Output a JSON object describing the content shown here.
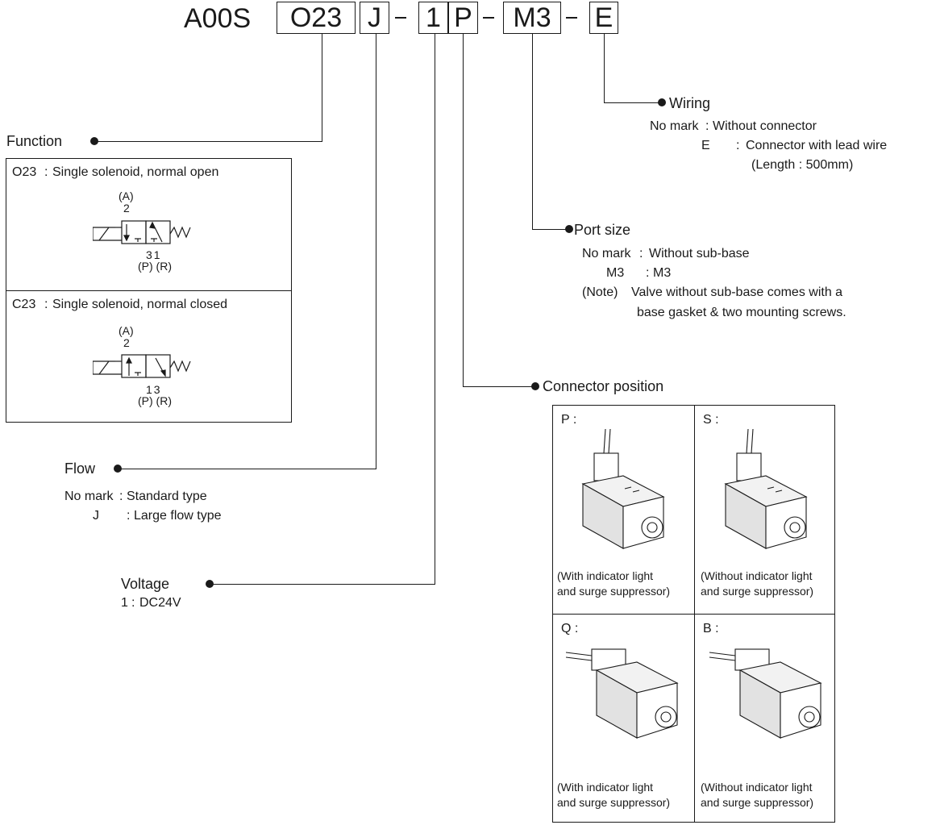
{
  "code": {
    "series": "A00S",
    "segments": [
      "O23",
      "J",
      "1",
      "P",
      "M3",
      "E"
    ]
  },
  "function": {
    "title": "Function",
    "options": [
      {
        "code": "O23",
        "desc": "Single solenoid, normal open",
        "port_a": "(A)",
        "port_a_num": "2",
        "bottom_nums": "31",
        "bottom_ports": "(P) (R)"
      },
      {
        "code": "C23",
        "desc": "Single solenoid, normal closed",
        "port_a": "(A)",
        "port_a_num": "2",
        "bottom_nums": "13",
        "bottom_ports": "(P) (R)"
      }
    ]
  },
  "flow": {
    "title": "Flow",
    "rows": [
      {
        "key": "No mark",
        "val": "Standard type"
      },
      {
        "key": "J",
        "val": "Large flow type"
      }
    ]
  },
  "voltage": {
    "title": "Voltage",
    "rows": [
      {
        "key": "1",
        "val": "DC24V"
      }
    ]
  },
  "wiring": {
    "title": "Wiring",
    "rows": [
      {
        "key": "No mark",
        "val": "Without connector"
      },
      {
        "key": "E",
        "val": "Connector with lead wire"
      }
    ],
    "note": "(Length : 500mm)"
  },
  "port_size": {
    "title": "Port size",
    "rows": [
      {
        "key": "No mark",
        "val": "Without sub-base"
      },
      {
        "key": "M3",
        "val": "M3"
      }
    ],
    "note_label": "(Note)",
    "note_line1": "Valve without sub-base comes with a",
    "note_line2": "base gasket & two mounting screws."
  },
  "connector_position": {
    "title": "Connector position",
    "cells": [
      {
        "code": "P :",
        "caption_1": "(With indicator light",
        "caption_2": "and surge suppressor)"
      },
      {
        "code": "S :",
        "caption_1": "(Without indicator light",
        "caption_2": "and surge suppressor)"
      },
      {
        "code": "Q :",
        "caption_1": "(With indicator light",
        "caption_2": "and surge suppressor)"
      },
      {
        "code": "B :",
        "caption_1": "(Without indicator light",
        "caption_2": "and surge suppressor)"
      }
    ]
  }
}
